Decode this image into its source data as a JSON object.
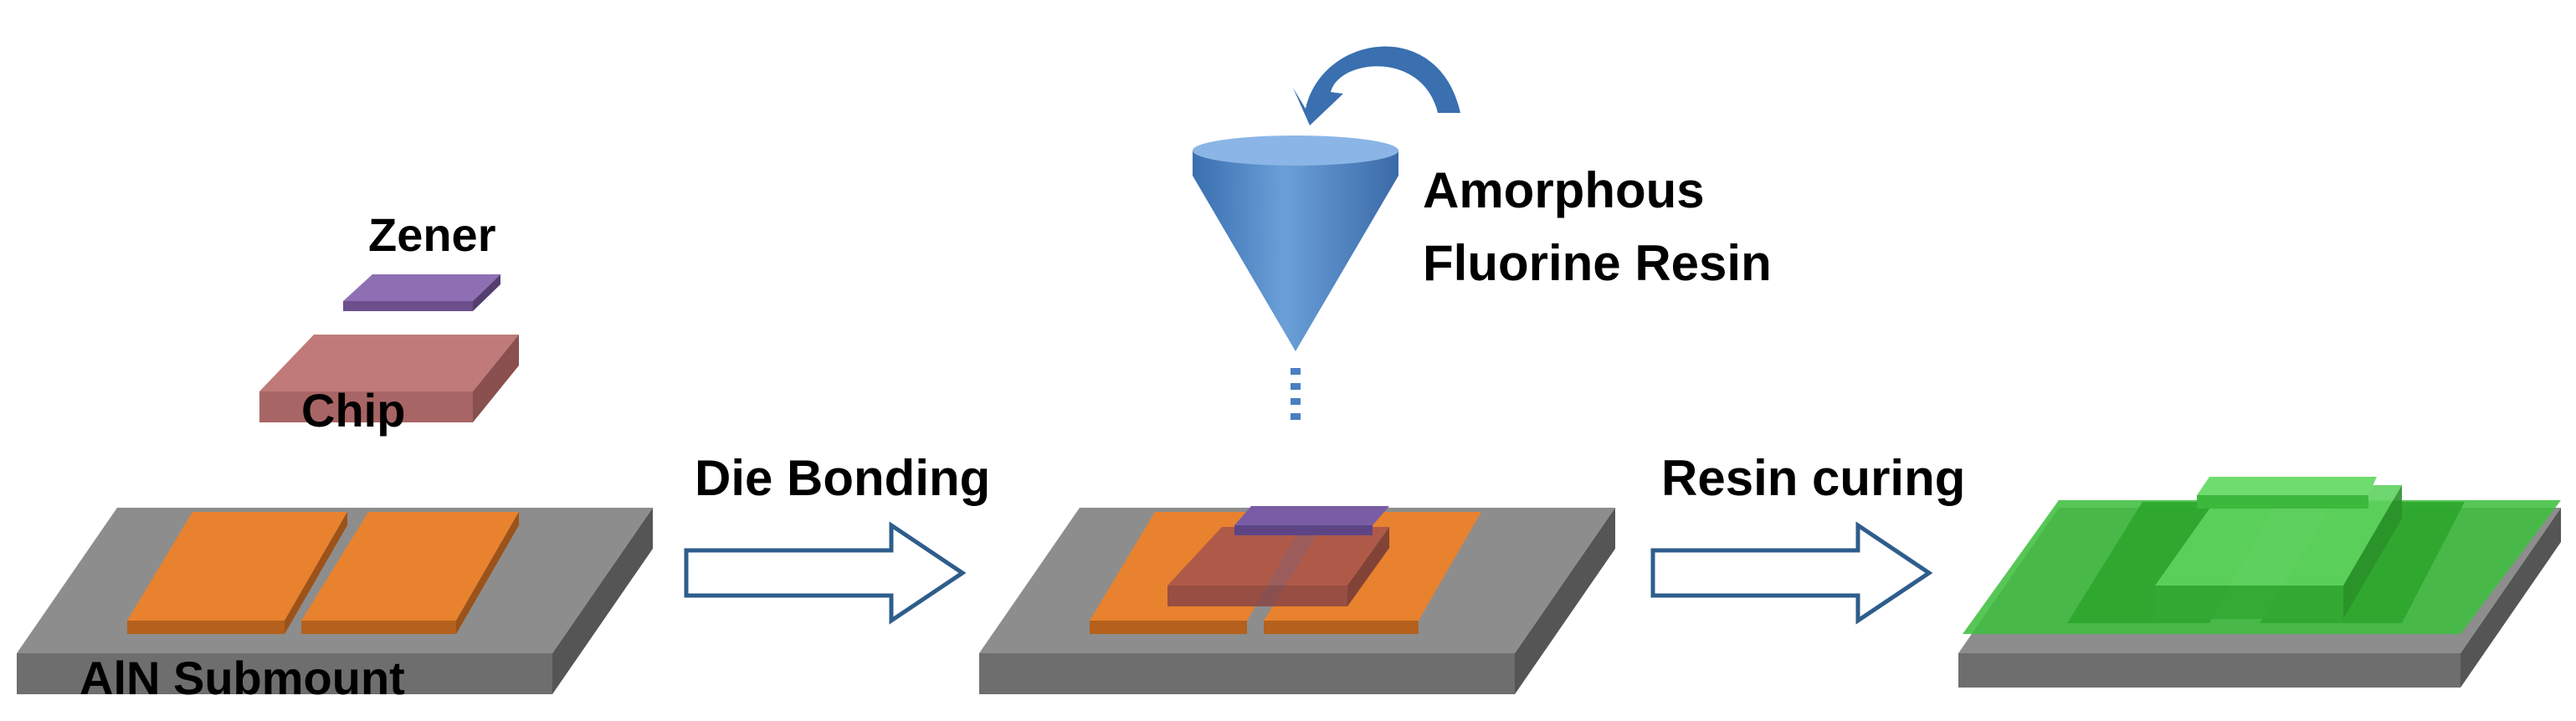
{
  "labels": {
    "zener": "Zener",
    "chip": "Chip",
    "submount": "AlN Submount",
    "die_bonding": "Die Bonding",
    "resin_line1": "Amorphous",
    "resin_line2": "Fluorine Resin",
    "resin_curing": "Resin curing"
  },
  "colors": {
    "submount_top": "#8c8c8c",
    "submount_front": "#6b6b6b",
    "submount_side": "#5a5a5a",
    "electrode": "#e8822e",
    "electrode_edge": "#b5601c",
    "chip": "#b36b6b",
    "chip_edge": "#7f4545",
    "zener": "#7a5a9c",
    "zener_edge": "#4f3a6a",
    "resin_green": "#3fbf3f",
    "dispenser_blue": "#4a7fc0",
    "arrow_stroke": "#2e5d8c"
  },
  "icons": {
    "dispenser": "dispenser-cone-icon",
    "rotate_arrow": "curved-arrow-icon",
    "process_arrow": "hollow-right-arrow-icon"
  }
}
